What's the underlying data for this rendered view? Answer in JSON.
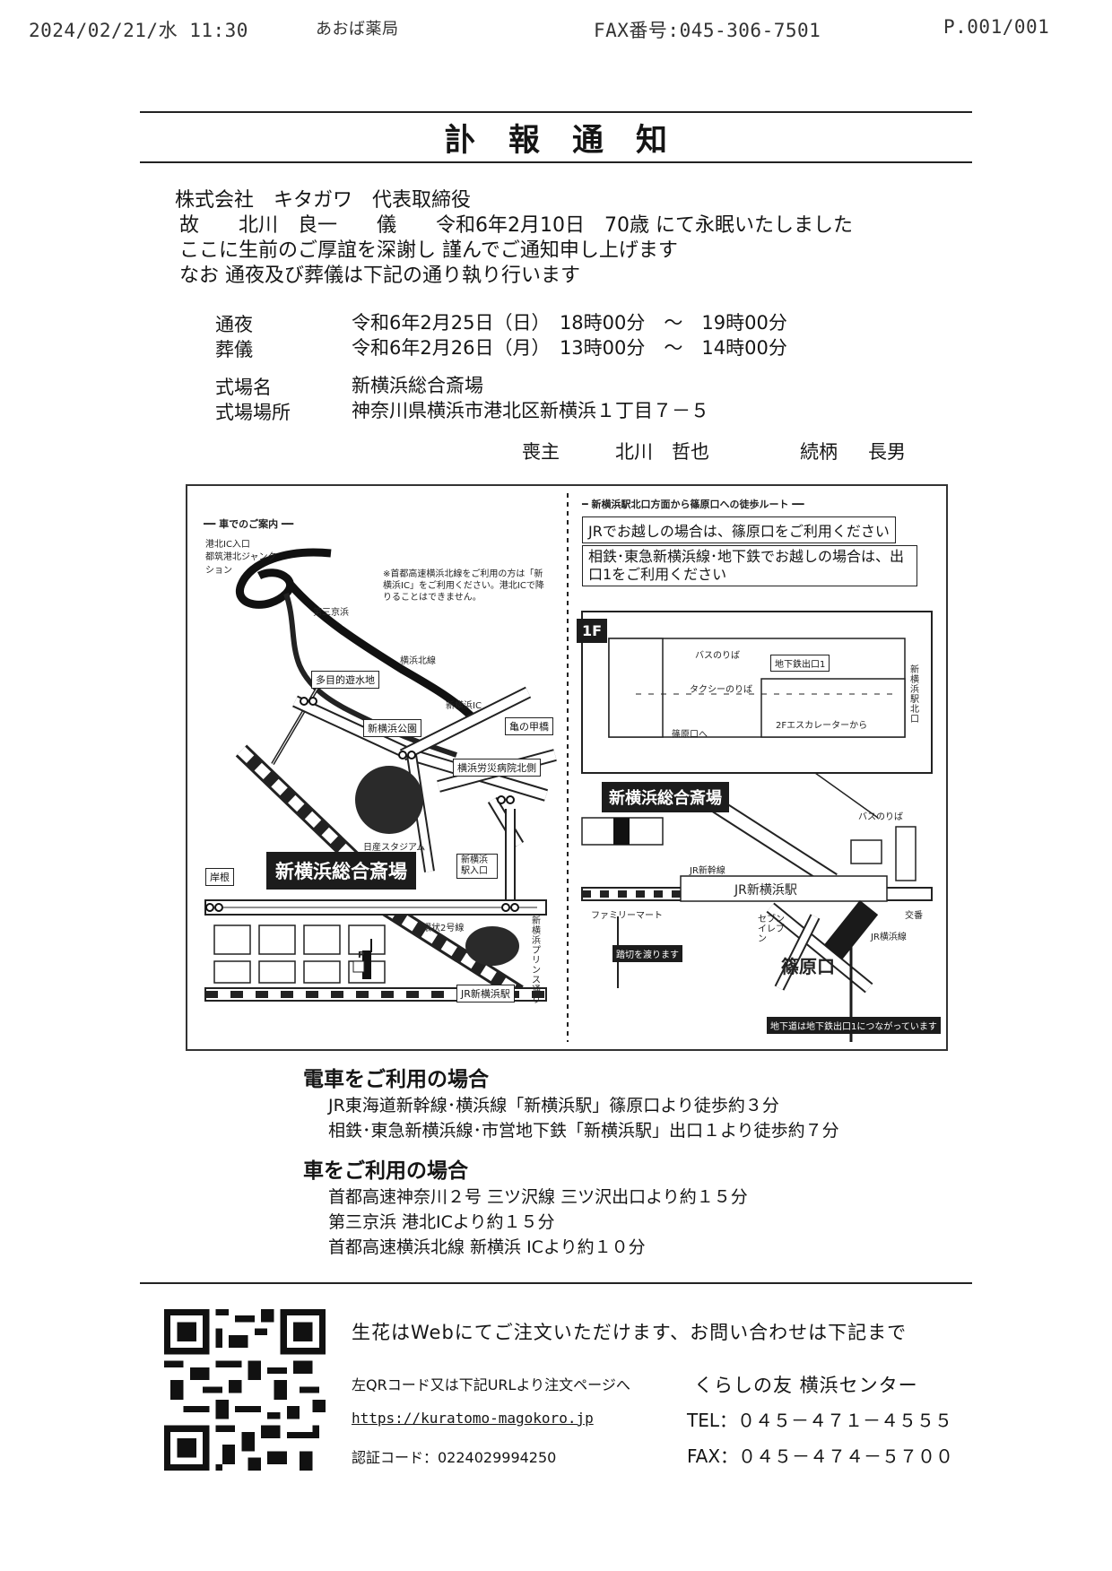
{
  "fax_header": {
    "datetime": "2024/02/21/水 11:30",
    "sender": "あおば薬局",
    "fax_number": "FAX番号:045-306-7501",
    "page": "P.001/001"
  },
  "notice": {
    "title": "訃報通知",
    "company_line": "株式会社　キタガワ　代表取締役",
    "deceased_line": "故　　北川　良一　　儀　　令和6年2月10日　70歳 にて永眠いたしました",
    "thanks_line": "ここに生前のご厚誼を深謝し 謹んでご通知申し上げます",
    "notice_line": "なお 通夜及び葬儀は下記の通り執り行います"
  },
  "schedule": [
    {
      "label": "通夜",
      "value": "令和6年2月25日（日）　18時00分　～　19時00分"
    },
    {
      "label": "葬儀",
      "value": "令和6年2月26日（月）　13時00分　～　14時00分"
    }
  ],
  "venue": {
    "name_label": "式場名",
    "name_value": "新横浜総合斎場",
    "address_label": "式場場所",
    "address_value": "神奈川県横浜市港北区新横浜１丁目７－５"
  },
  "chief_mourner": {
    "label": "喪主",
    "name": "北川　哲也",
    "relation_label": "続柄",
    "relation": "長男"
  },
  "map": {
    "left": {
      "section_title": "━━ 車でのご案内 ━━",
      "ic_entrance": "港北IC入口",
      "junction": "都筑港北ジャンクション",
      "note": "※首都高速横浜北線をご利用の方は「新横浜IC」をご利用ください。港北ICで降りることはできません。",
      "daisan_keihin": "第三京浜",
      "yokohama_kitasen": "横浜北線",
      "tamokuteki": "多目的遊水地",
      "shinyokohama_ic": "新横浜IC",
      "kamenokou": "亀の甲橋",
      "shinyokohama_park": "新横浜公園",
      "hospital": "横浜労災病院北側",
      "stadium": "日産スタジアム",
      "kishine": "岸根",
      "venue_label": "新横浜総合斎場",
      "station_entrance": "新横浜駅入口",
      "route_road": "環状2号線",
      "arena_road": "新横浜プリンス通り",
      "jr_station": "JR新横浜駅",
      "parking": "P"
    },
    "right": {
      "section_title": "━ 新横浜駅北口方面から篠原口への徒歩ルート ━━",
      "jr_note": "JRでお越しの場合は、篠原口をご利用ください",
      "subway_note": "相鉄･東急新横浜線･地下鉄でお越しの場合は、出口1をご利用ください",
      "floor": "1F",
      "bus": "バスのりば",
      "taxi": "タクシーのりば",
      "subway_exit": "地下鉄出口1",
      "shinohara_dir": "篠原口へ",
      "escalator": "2Fエスカレーターから",
      "north_exit": "新横浜駅北口",
      "venue_label": "新横浜総合斎場",
      "bus2": "バスのりば",
      "jr_shinkansen": "JR新幹線",
      "jr_station": "JR新横浜駅",
      "familymart": "ファミリーマート",
      "seven": "セブンイレブン",
      "shinohara": "篠原口",
      "jr_yokohama": "JR横浜線",
      "crossing_note": "踏切を渡ります",
      "underpass_note": "地下道は地下鉄出口1につながっています",
      "koban": "交番"
    }
  },
  "access": {
    "train_heading": "電車をご利用の場合",
    "train_lines": [
      "JR東海道新幹線･横浜線「新横浜駅」篠原口より徒歩約３分",
      "相鉄･東急新横浜線･市営地下鉄「新横浜駅」出口１より徒歩約７分"
    ],
    "car_heading": "車をご利用の場合",
    "car_lines": [
      "首都高速神奈川２号 三ツ沢線 三ツ沢出口より約１５分",
      "第三京浜 港北ICより約１５分",
      "首都高速横浜北線 新横浜 ICより約１０分"
    ]
  },
  "footer": {
    "flower_line": "生花はWebにてご注文いただけます、お問い合わせは下記まで",
    "qr_note": "左QRコード又は下記URLより注文ページへ",
    "url": "https://kuratomo-magokoro.jp",
    "auth_code": "認証コード：0224029994250",
    "org": "くらしの友 横浜センター",
    "tel": "TEL：０４５－４７１－４５５５",
    "fax": "FAX：０４５－４７４－５７００"
  }
}
